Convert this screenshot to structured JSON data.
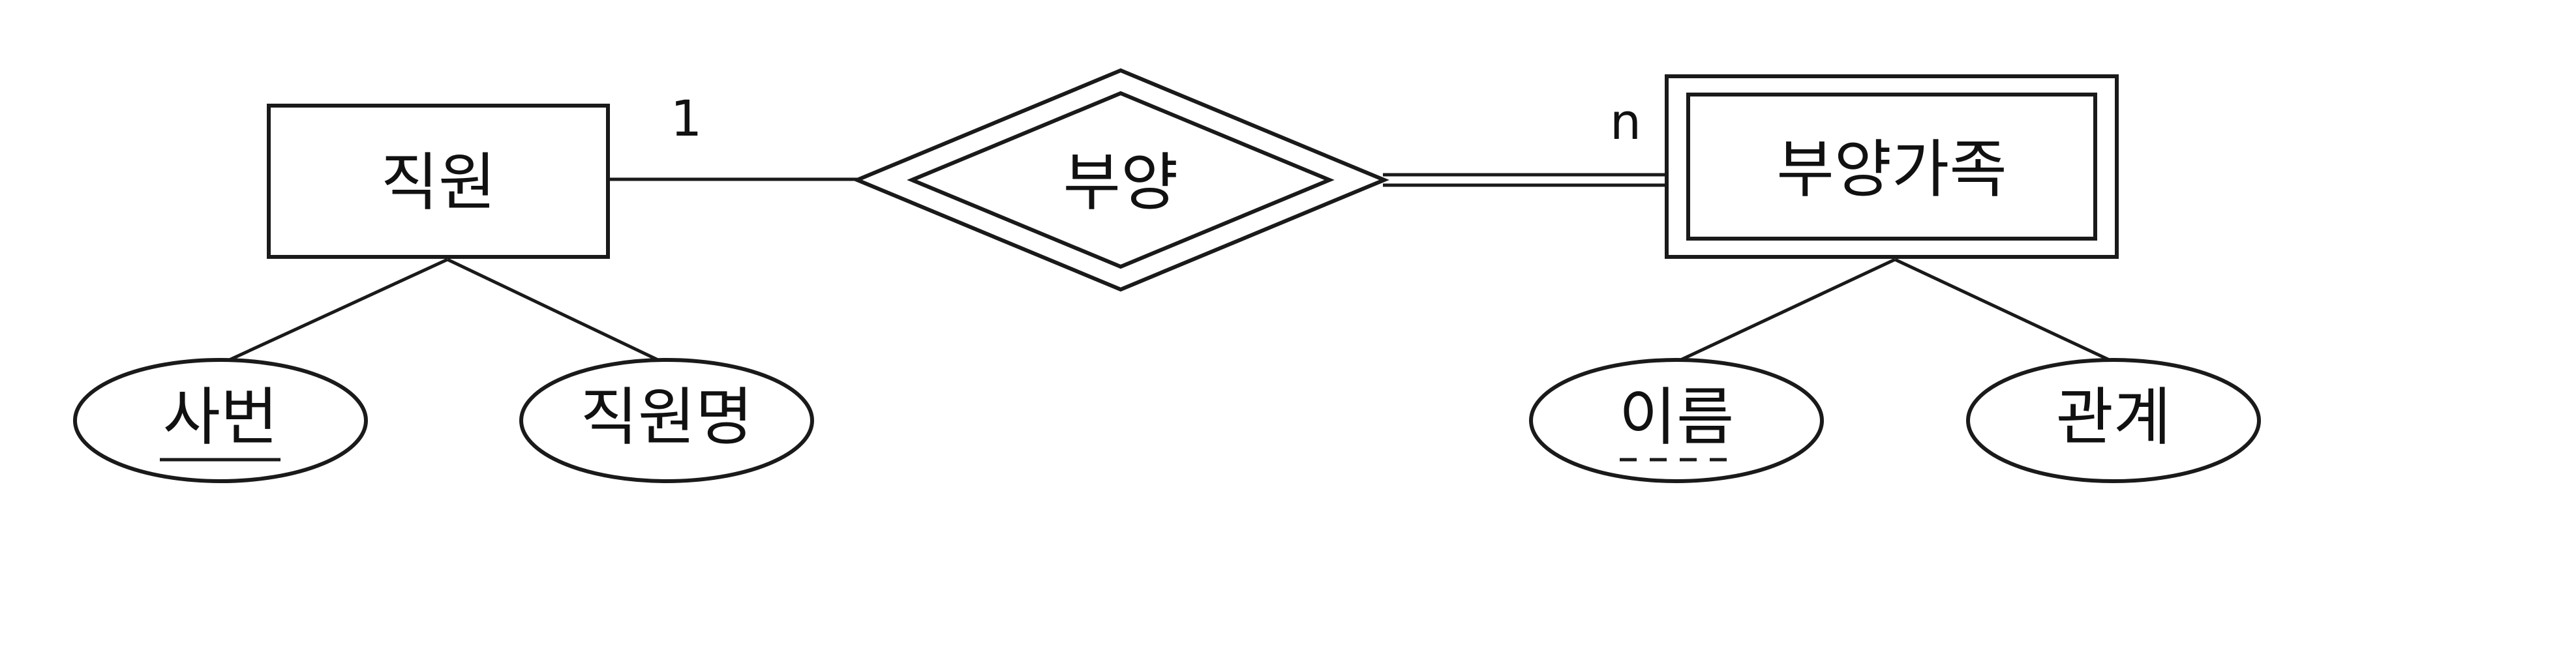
{
  "entities": {
    "employee": {
      "label": "직원"
    },
    "dependent": {
      "label": "부양가족",
      "weak": true
    }
  },
  "relationship": {
    "label": "부양",
    "identifying": true
  },
  "cardinality": {
    "employee_side": "1",
    "dependent_side": "n"
  },
  "attributes": {
    "emp_no": {
      "label": "사번",
      "key": "primary"
    },
    "emp_name": {
      "label": "직원명"
    },
    "dep_name": {
      "label": "이름",
      "key": "partial"
    },
    "dep_relation": {
      "label": "관계"
    }
  },
  "colors": {
    "line": "#1a1a1a",
    "text": "#111111",
    "background": "#ffffff"
  }
}
